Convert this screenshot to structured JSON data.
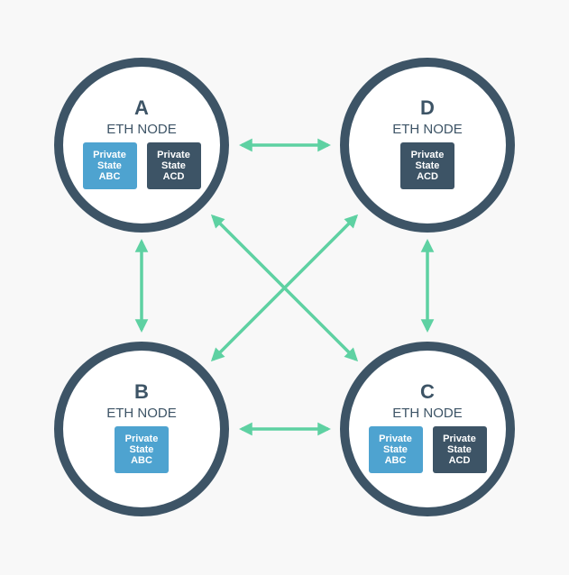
{
  "colors": {
    "node_border": "#3d5466",
    "arrow": "#5ed1a2",
    "state_abc": "#4ea3d0",
    "state_acd": "#3d5466",
    "background": "#f8f8f8"
  },
  "nodes": {
    "a": {
      "letter": "A",
      "subtitle": "ETH NODE",
      "states": [
        "Private\nState\nABC",
        "Private\nState\nACD"
      ]
    },
    "d": {
      "letter": "D",
      "subtitle": "ETH NODE",
      "states": [
        "Private\nState\nACD"
      ]
    },
    "b": {
      "letter": "B",
      "subtitle": "ETH NODE",
      "states": [
        "Private\nState\nABC"
      ]
    },
    "c": {
      "letter": "C",
      "subtitle": "ETH NODE",
      "states": [
        "Private\nState\nABC",
        "Private\nState\nACD"
      ]
    }
  },
  "connections": [
    {
      "from": "A",
      "to": "D"
    },
    {
      "from": "B",
      "to": "C"
    },
    {
      "from": "A",
      "to": "B"
    },
    {
      "from": "D",
      "to": "C"
    },
    {
      "from": "A",
      "to": "C"
    },
    {
      "from": "D",
      "to": "B"
    }
  ]
}
